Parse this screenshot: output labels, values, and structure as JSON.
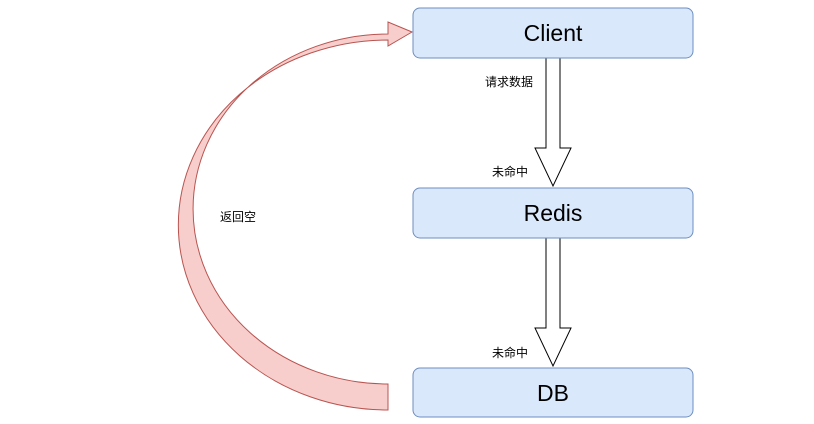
{
  "nodes": {
    "client": "Client",
    "redis": "Redis",
    "db": "DB"
  },
  "edges": {
    "request_label": "请求数据",
    "redis_miss_label": "未命中",
    "db_miss_label": "未命中",
    "return_label": "返回空"
  },
  "colors": {
    "node_fill": "#dae8fc",
    "node_stroke": "#6c8ebf",
    "return_fill": "#f8cecc",
    "return_stroke": "#b85450"
  }
}
